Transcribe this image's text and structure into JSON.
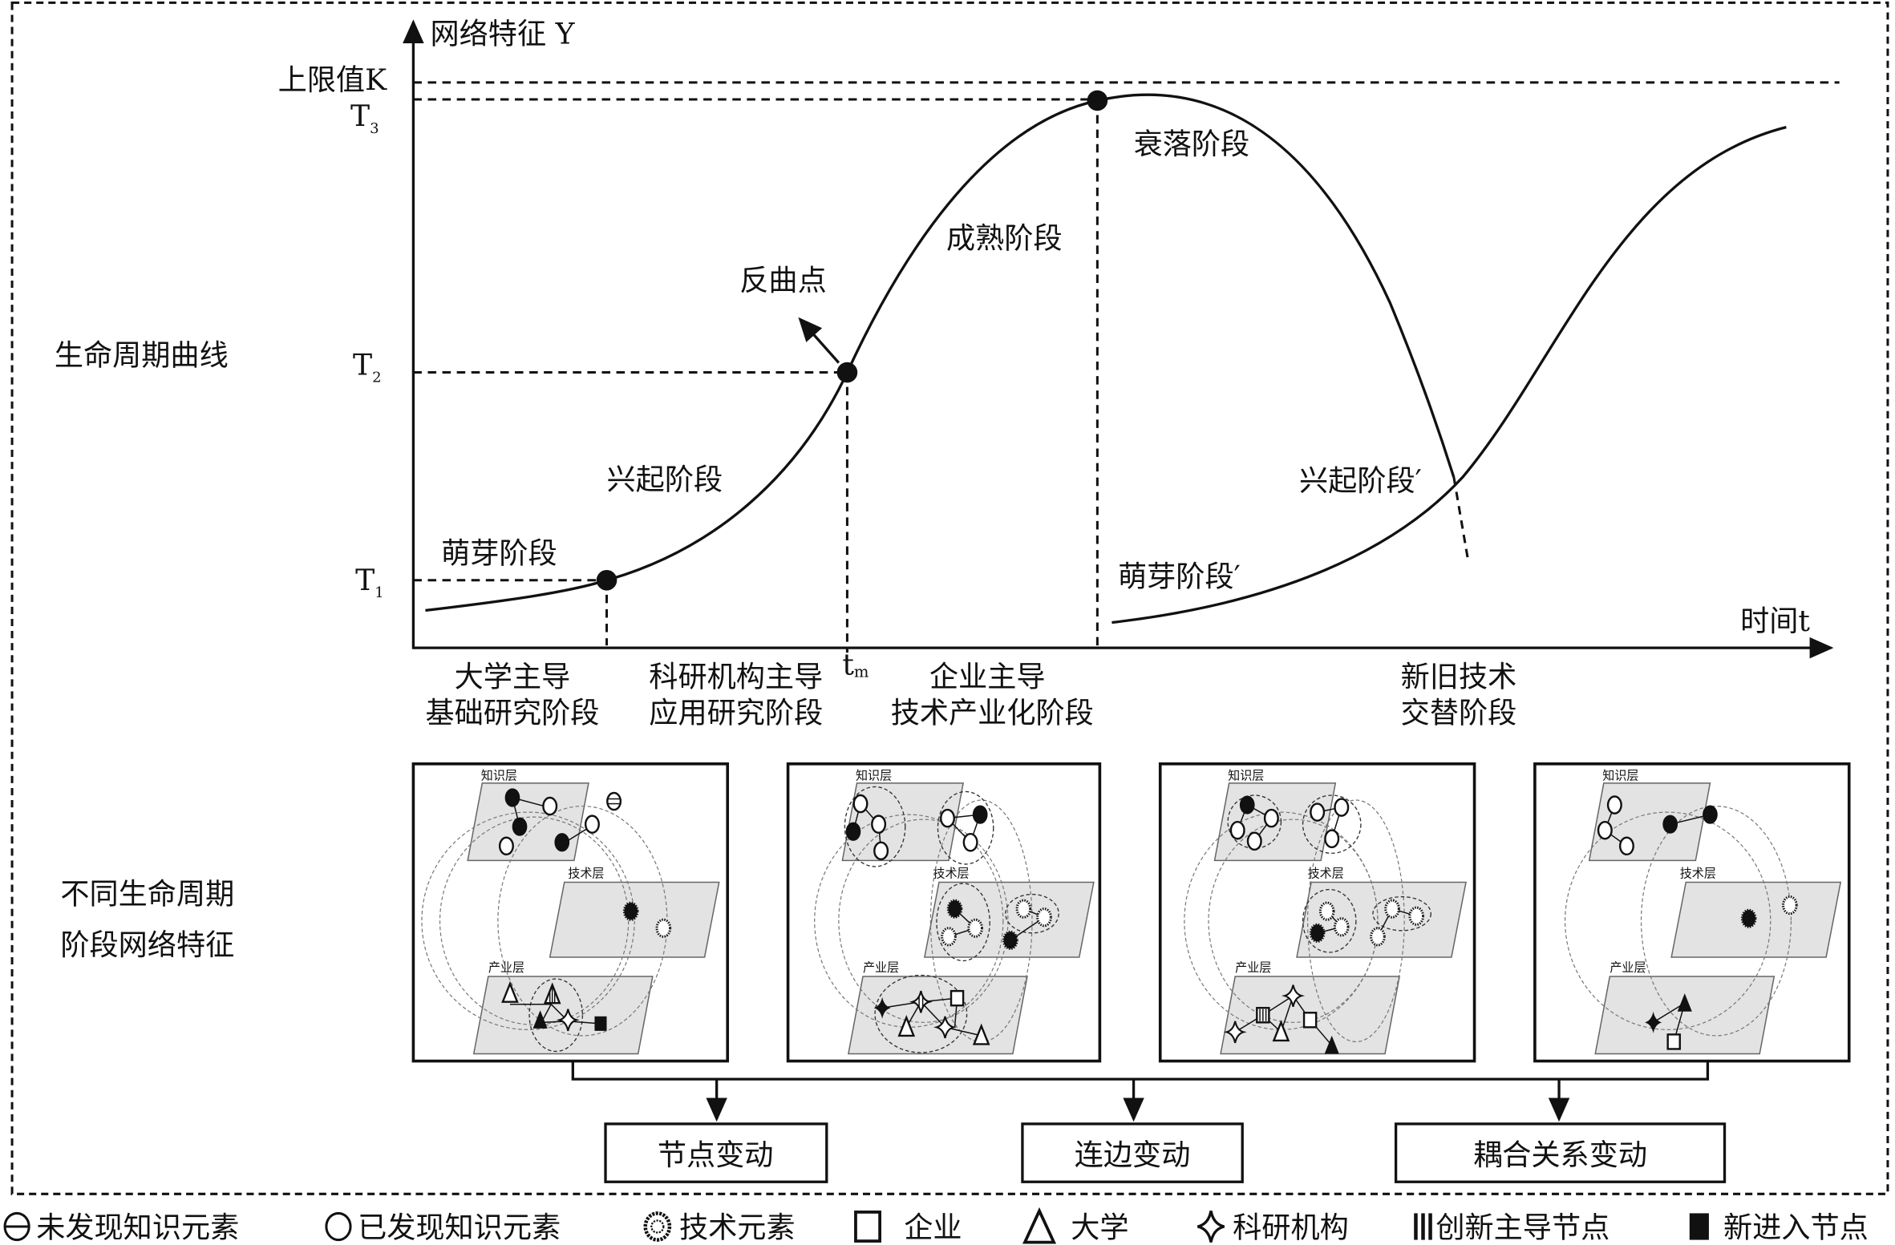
{
  "axes": {
    "y_label": "网络特征 Y",
    "x_label": "时间t",
    "upper_limit": "上限值K",
    "t3": "T",
    "t3_sub": "3",
    "t2": "T",
    "t2_sub": "2",
    "t1": "T",
    "t1_sub": "1",
    "tm": "t",
    "tm_sub": "m"
  },
  "curve_labels": {
    "sprout": "萌芽阶段",
    "rise": "兴起阶段",
    "inflection": "反曲点",
    "mature": "成熟阶段",
    "decline": "衰落阶段",
    "rise2": "兴起阶段′",
    "sprout2": "萌芽阶段′"
  },
  "row_labels": {
    "lifecycle": "生命周期曲线",
    "network_line1": "不同生命周期",
    "network_line2": "阶段网络特征"
  },
  "phases": [
    {
      "line1": "大学主导",
      "line2": "基础研究阶段"
    },
    {
      "line1": "科研机构主导",
      "line2": "应用研究阶段"
    },
    {
      "line1": "企业主导",
      "line2": "技术产业化阶段"
    },
    {
      "line1": "新旧技术",
      "line2": "交替阶段"
    }
  ],
  "layers": {
    "knowledge": "知识层",
    "technology": "技术层",
    "industry": "产业层"
  },
  "changes": [
    "节点变动",
    "连边变动",
    "耦合关系变动"
  ],
  "legend": [
    "未发现知识元素",
    "已发现知识元素",
    "技术元素",
    "企业",
    "大学",
    "科研机构",
    "创新主导节点",
    "新进入节点"
  ]
}
